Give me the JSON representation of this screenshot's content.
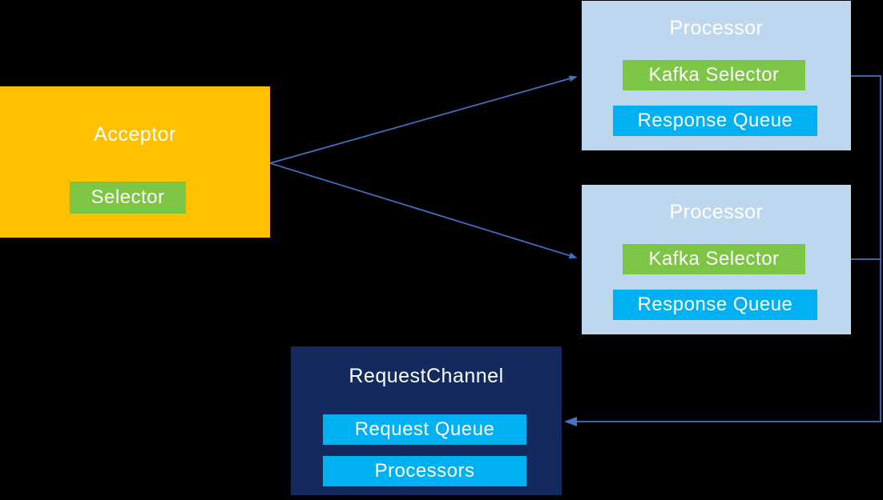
{
  "colors": {
    "background": "#000000",
    "acceptor_fill": "#FFC000",
    "processor_fill": "#BDD7EE",
    "request_channel_fill": "#142A5E",
    "green_fill": "#7DC544",
    "cyan_fill": "#00B0F0",
    "connector": "#4472C4",
    "text": "#FFFFFF"
  },
  "diagram": {
    "acceptor": {
      "title": "Acceptor",
      "items": [
        {
          "label": "Selector",
          "type": "green"
        }
      ]
    },
    "processors": [
      {
        "title": "Processor",
        "items": [
          {
            "label": "Kafka Selector",
            "type": "green"
          },
          {
            "label": "Response Queue",
            "type": "cyan"
          }
        ]
      },
      {
        "title": "Processor",
        "items": [
          {
            "label": "Kafka Selector",
            "type": "green"
          },
          {
            "label": "Response Queue",
            "type": "cyan"
          }
        ]
      }
    ],
    "request_channel": {
      "title": "RequestChannel",
      "items": [
        {
          "label": "Request Queue",
          "type": "cyan"
        },
        {
          "label": "Processors",
          "type": "cyan"
        }
      ]
    }
  }
}
